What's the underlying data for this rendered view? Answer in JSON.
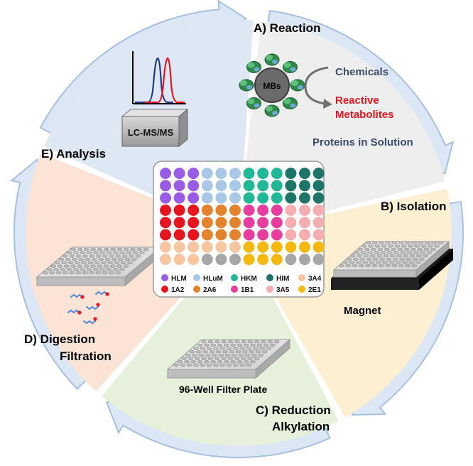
{
  "steps": {
    "reaction": "A) Reaction",
    "isolation": "B) Isolation",
    "reduction_line1": "C) Reduction",
    "reduction_line2": "Alkylation",
    "digestion_line1": "D) Digestion",
    "digestion_line2": "Filtration",
    "analysis": "E) Analysis"
  },
  "reaction_panel": {
    "bead_label": "MBs",
    "chemicals": "Chemicals",
    "reactive_line1": "Reactive",
    "reactive_line2": "Metabolites",
    "proteins": "Proteins in Solution"
  },
  "analysis_panel": {
    "instrument": "LC-MS/MS"
  },
  "isolation_panel": {
    "magnet": "Magnet"
  },
  "reduction_panel": {
    "plate": "96-Well Filter Plate"
  },
  "plate_grid": {
    "rows": [
      [
        "#9a5ce6",
        "#9a5ce6",
        "#9a5ce6",
        "#a9c7e6",
        "#a9c7e6",
        "#a9c7e6",
        "#21b898",
        "#21b898",
        "#21b898",
        "#1c7566",
        "#1c7566",
        "#1c7566"
      ],
      [
        "#9a5ce6",
        "#9a5ce6",
        "#9a5ce6",
        "#a9c7e6",
        "#a9c7e6",
        "#a9c7e6",
        "#21b898",
        "#21b898",
        "#21b898",
        "#1c7566",
        "#1c7566",
        "#1c7566"
      ],
      [
        "#9a5ce6",
        "#9a5ce6",
        "#9a5ce6",
        "#a9c7e6",
        "#a9c7e6",
        "#a9c7e6",
        "#21b898",
        "#21b898",
        "#21b898",
        "#1c7566",
        "#1c7566",
        "#1c7566"
      ],
      [
        "#e8141e",
        "#e8141e",
        "#e8141e",
        "#e4822e",
        "#e4822e",
        "#e4822e",
        "#e83c9e",
        "#e83c9e",
        "#e83c9e",
        "#f5adb1",
        "#f5adb1",
        "#f5adb1"
      ],
      [
        "#e8141e",
        "#e8141e",
        "#e8141e",
        "#e4822e",
        "#e4822e",
        "#e4822e",
        "#e83c9e",
        "#e83c9e",
        "#e83c9e",
        "#f5adb1",
        "#f5adb1",
        "#f5adb1"
      ],
      [
        "#e8141e",
        "#e8141e",
        "#e8141e",
        "#e4822e",
        "#e4822e",
        "#e4822e",
        "#e83c9e",
        "#e83c9e",
        "#e83c9e",
        "#f5adb1",
        "#f5adb1",
        "#f5adb1"
      ],
      [
        "#f7c6a0",
        "#f7c6a0",
        "#f7c6a0",
        "#f7c6a0",
        "#f7c6a0",
        "#f7c6a0",
        "#f5b80e",
        "#f5b80e",
        "#f5b80e",
        "#f5b80e",
        "#f5b80e",
        "#f5b80e"
      ],
      [
        "#f7c6a0",
        "#f7c6a0",
        "#f7c6a0",
        "#a6a6a6",
        "#a6a6a6",
        "#a6a6a6",
        "#f5b80e",
        "#f5b80e",
        "#f5b80e",
        "#a6a6a6",
        "#a6a6a6",
        "#a6a6a6"
      ]
    ]
  },
  "legend": [
    {
      "label": "HLM",
      "color": "#9a5ce6"
    },
    {
      "label": "HLuM",
      "color": "#a9c7e6"
    },
    {
      "label": "HKM",
      "color": "#21b898"
    },
    {
      "label": "HIM",
      "color": "#1c7566"
    },
    {
      "label": "3A4",
      "color": "#f7c6a0"
    },
    {
      "label": "1A2",
      "color": "#e8141e"
    },
    {
      "label": "2A6",
      "color": "#e4822e"
    },
    {
      "label": "1B1",
      "color": "#e83c9e"
    },
    {
      "label": "3A5",
      "color": "#f5adb1"
    },
    {
      "label": "2E1",
      "color": "#f5b80e"
    }
  ],
  "colors": {
    "arrow_fill": "#dbe7f5",
    "arrow_stroke": "#a7c0de",
    "sector_reaction": "#eeeeee",
    "sector_isolation": "#fdf0d2",
    "sector_reduction": "#e6f0da",
    "sector_digestion": "#fbe3d5",
    "sector_analysis": "#dde8f4",
    "title_color": "#000000",
    "chemicals_color": "#3b4a6b",
    "reactive_color": "#e8141e"
  }
}
